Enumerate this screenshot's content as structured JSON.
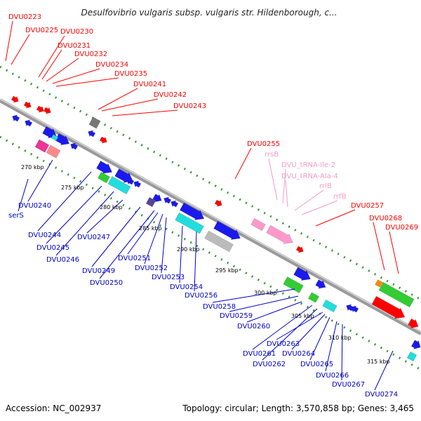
{
  "title": "Desulfovibrio vulgaris subsp. vulgaris str. Hildenborough, c...",
  "footer": {
    "accession": "Accession: NC_002937",
    "topology": "Topology: circular; Length: 3,570,858 bp; Genes: 3,465"
  },
  "colors": {
    "red_label": "#ff0000",
    "pink_label": "#f29ac6",
    "blue_label": "#0000cc",
    "backbone": "#888888",
    "dots": "#339933"
  },
  "kbp_ticks": [
    "270 kbp",
    "275 kbp",
    "280 kbp",
    "285 kbp",
    "290 kbp",
    "295 kbp",
    "300 kbp",
    "305 kbp",
    "310 kbp",
    "315 kbp"
  ],
  "labels_top_red": [
    "DVU0223",
    "DVU0225",
    "DVU0230",
    "DVU0231",
    "DVU0232",
    "DVU0234",
    "DVU0235",
    "DVU0241",
    "DVU0242",
    "DVU0243",
    "DVU0255",
    "DVU0257",
    "DVU0268",
    "DVU0269"
  ],
  "labels_top_pink": [
    "rrsB",
    "DVU_tRNA-Ile-2",
    "DVU_tRNA-Ala-4",
    "rrlB",
    "rrfB"
  ],
  "labels_bottom_blue": [
    "DVU0240",
    "serS",
    "DVU0244",
    "DVU0245",
    "DVU0246",
    "DVU0247",
    "DVU0249",
    "DVU0250",
    "DVU0251",
    "DVU0252",
    "DVU0253",
    "DVU0254",
    "DVU0256",
    "DVU0258",
    "DVU0259",
    "DVU0260",
    "DVU0261",
    "DVU0262",
    "DVU0263",
    "DVU0264",
    "DVU0265",
    "DVU0266",
    "DVU0267",
    "DVU0274"
  ]
}
